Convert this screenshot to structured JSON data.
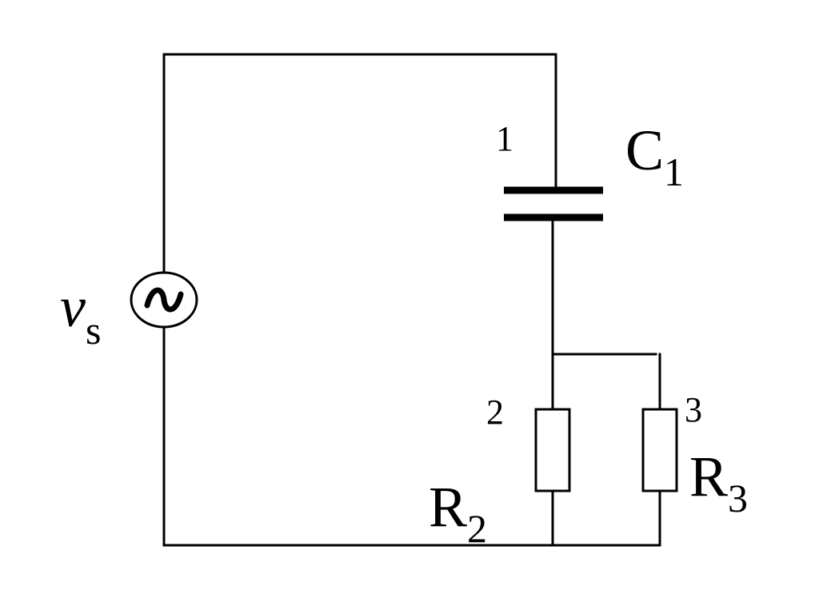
{
  "source": {
    "symbol": "v",
    "subscript": "s",
    "icon": "ac-source-icon"
  },
  "capacitor": {
    "symbol": "C",
    "subscript": "1",
    "node_label": "1"
  },
  "resistor_2": {
    "symbol": "R",
    "subscript": "2",
    "node_label": "2"
  },
  "resistor_3": {
    "symbol": "R",
    "subscript": "3",
    "node_label": "3"
  },
  "colors": {
    "line": "#000000",
    "background": "#ffffff"
  }
}
